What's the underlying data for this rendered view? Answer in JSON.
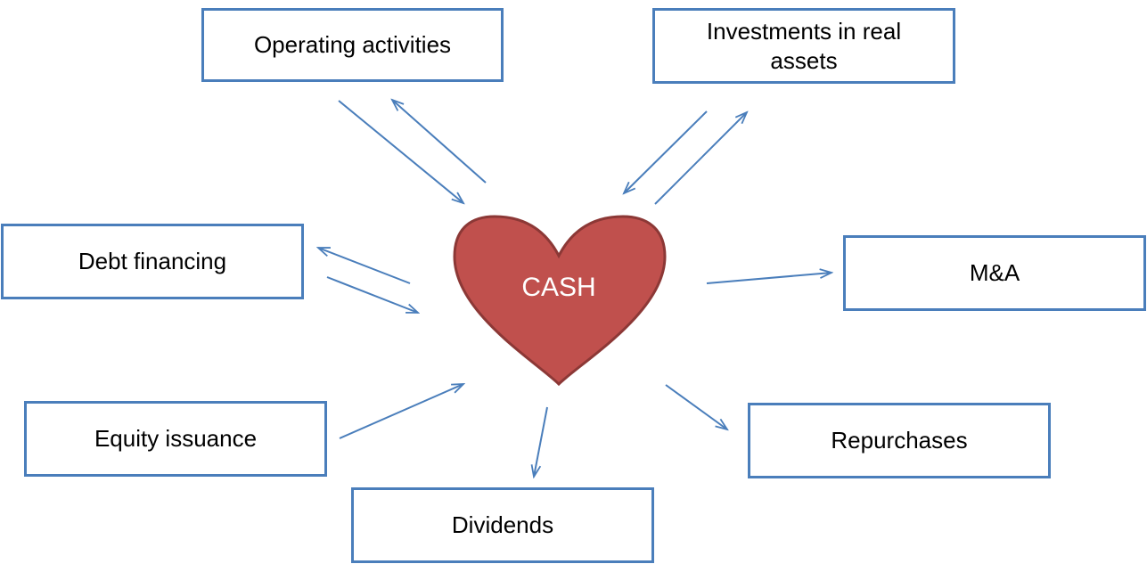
{
  "center": {
    "label": "CASH"
  },
  "nodes": {
    "operating": "Operating activities",
    "investments": "Investments in real assets",
    "debt": "Debt financing",
    "mna": "M&A",
    "equity": "Equity issuance",
    "repurchases": "Repurchases",
    "dividends": "Dividends"
  },
  "colors": {
    "heart_fill": "#c0504d",
    "heart_stroke": "#8c3836",
    "box_border": "#4a7ebb",
    "arrow": "#4a7ebb"
  }
}
